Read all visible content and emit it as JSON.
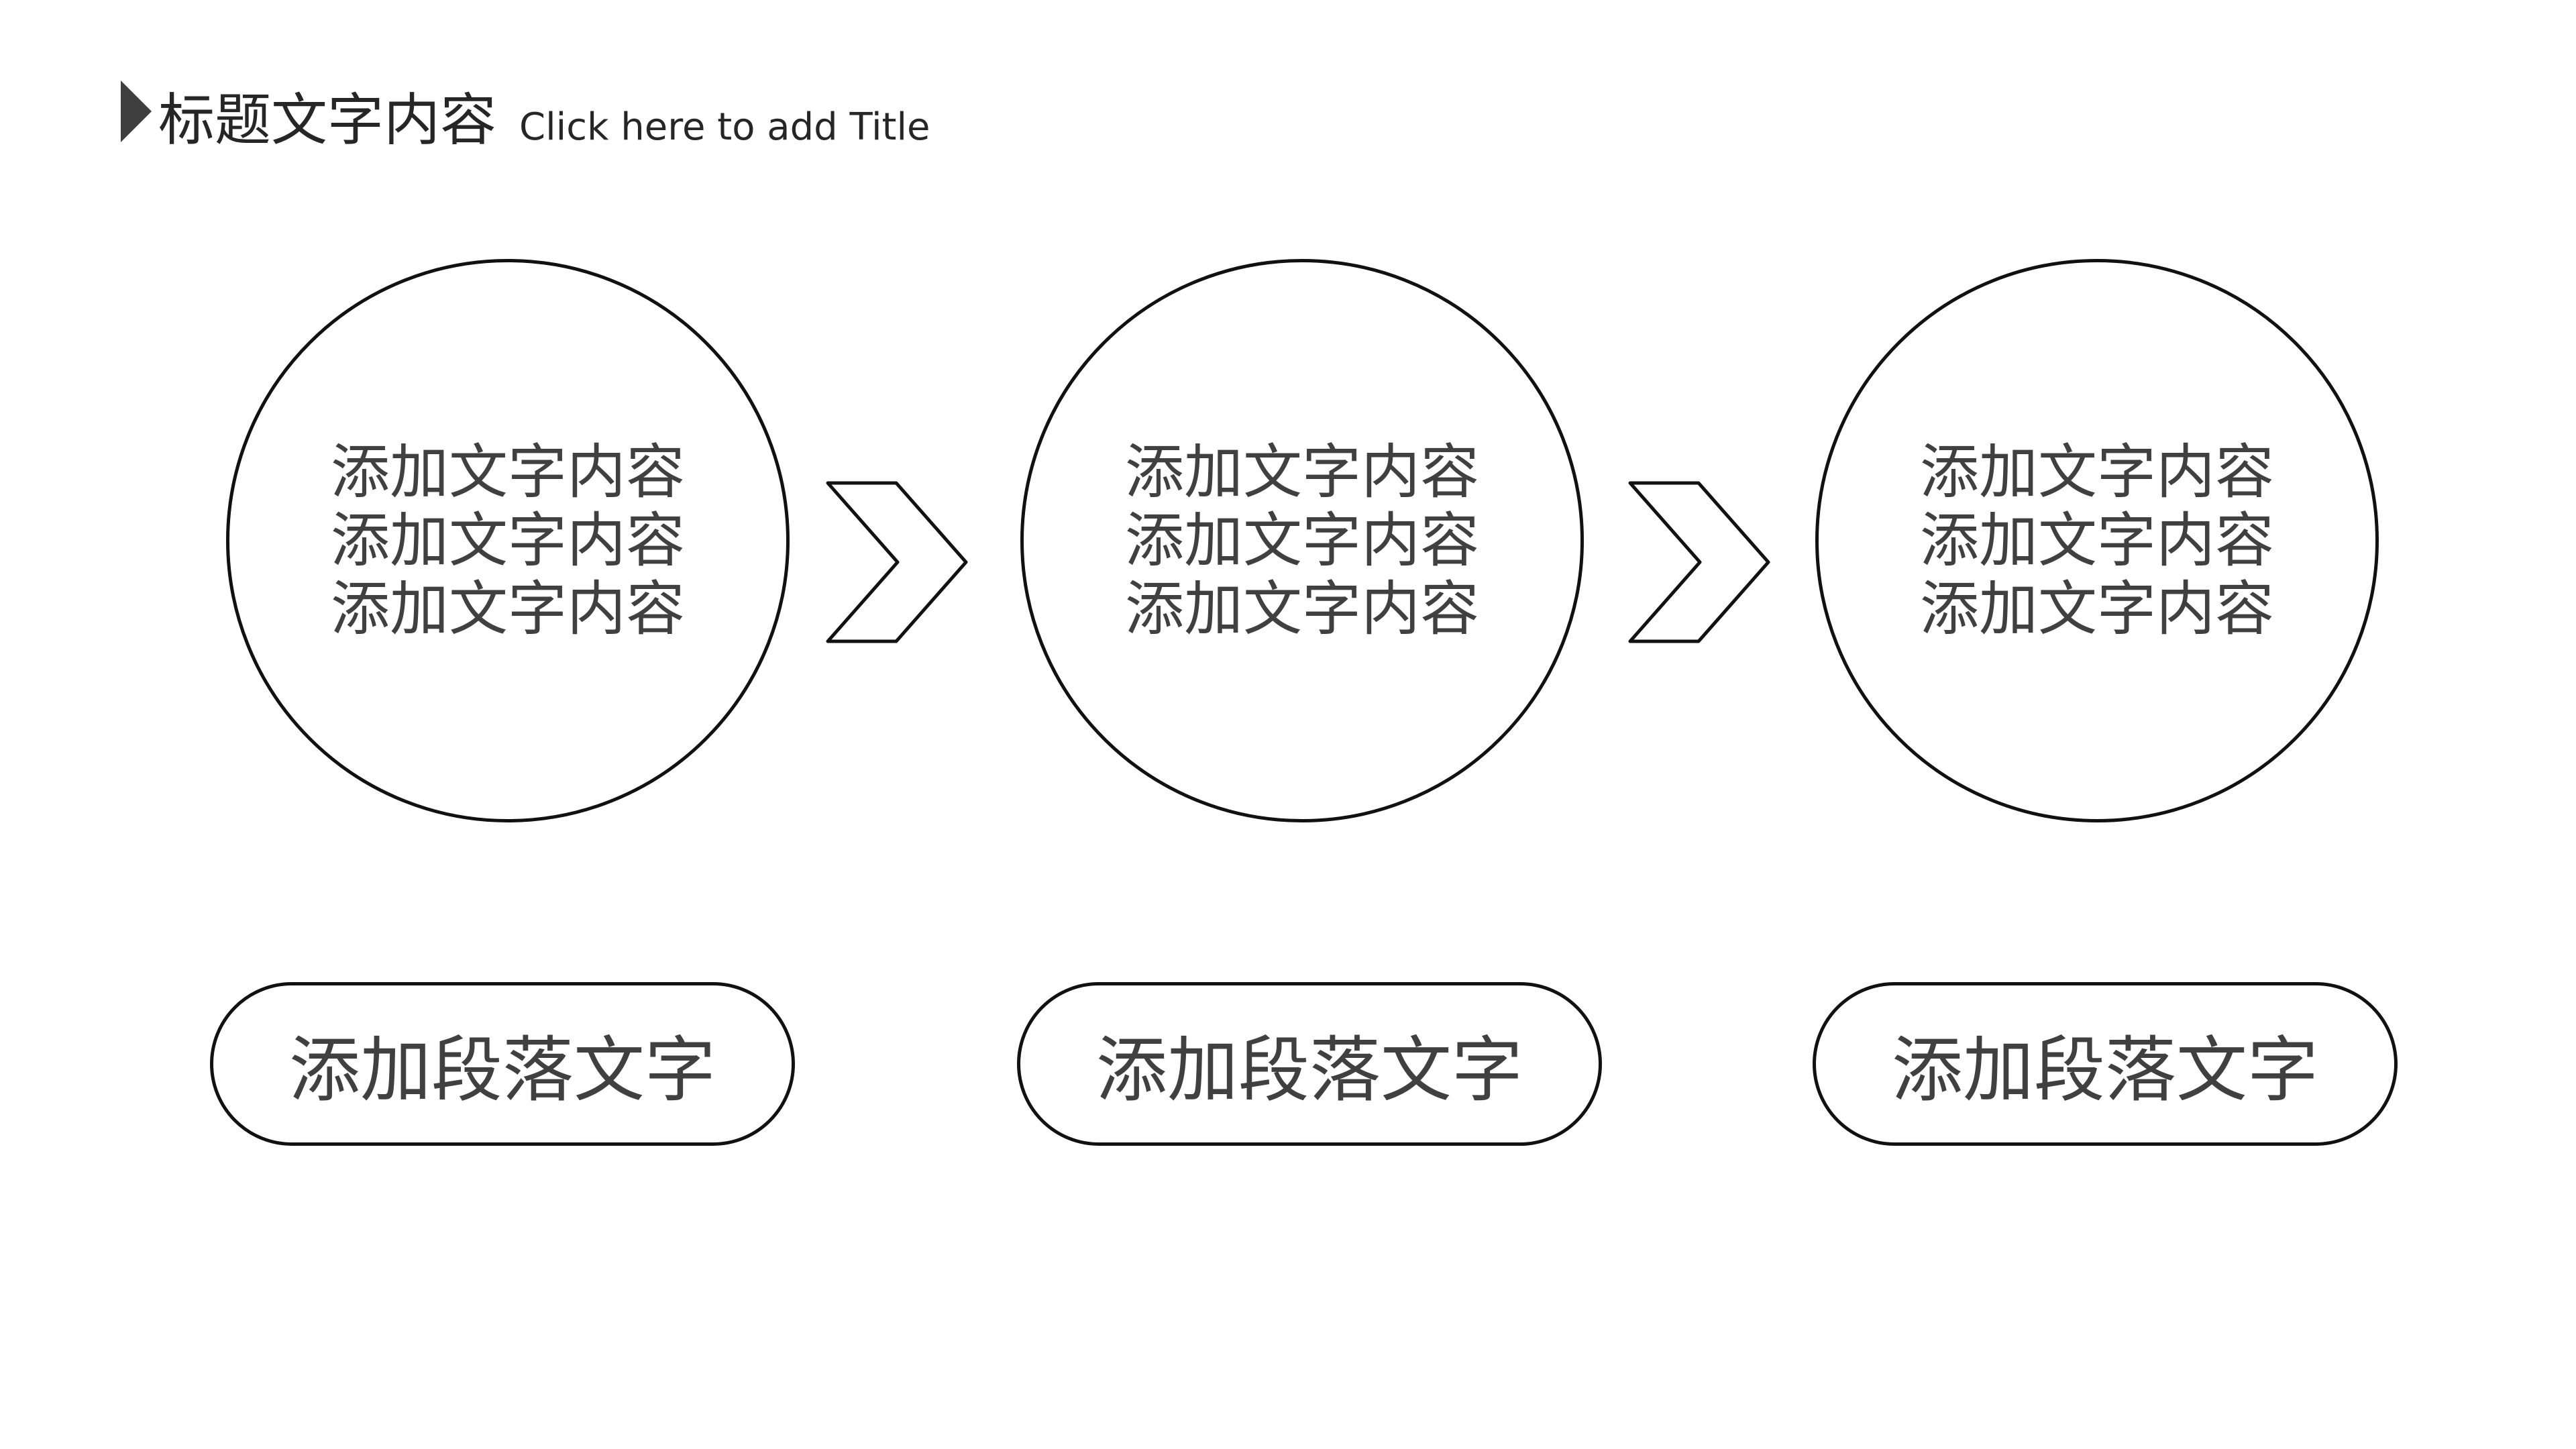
{
  "header": {
    "title_cn": "标题文字内容",
    "title_en": "Click here to add Title",
    "marker_icon": "triangle-right-icon",
    "marker_color": "#3f3f3f"
  },
  "steps": [
    {
      "circle_lines": [
        "添加文字内容",
        "添加文字内容",
        "添加文字内容"
      ],
      "pill_label": "添加段落文字"
    },
    {
      "circle_lines": [
        "添加文字内容",
        "添加文字内容",
        "添加文字内容"
      ],
      "pill_label": "添加段落文字"
    },
    {
      "circle_lines": [
        "添加文字内容",
        "添加文字内容",
        "添加文字内容"
      ],
      "pill_label": "添加段落文字"
    }
  ],
  "connectors": [
    {
      "icon": "chevron-right-icon"
    },
    {
      "icon": "chevron-right-icon"
    }
  ],
  "colors": {
    "stroke": "#111111",
    "text": "#404040",
    "title_text": "#262626",
    "background": "#ffffff"
  }
}
